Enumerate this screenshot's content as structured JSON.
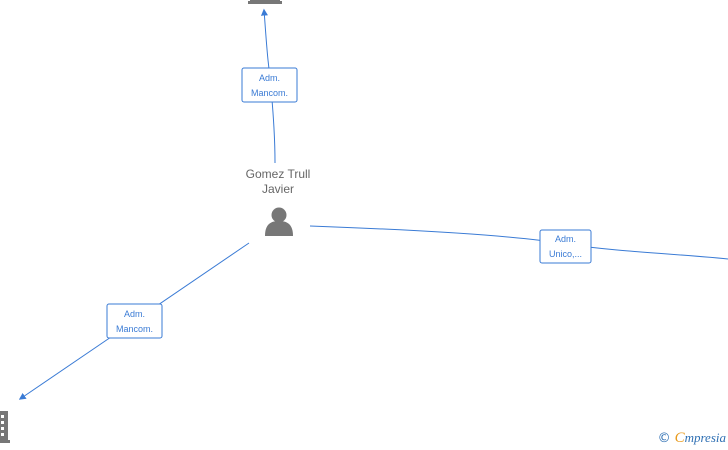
{
  "person": {
    "name_line1": "Gomez Trull",
    "name_line2": "Javier",
    "icon": "person-icon"
  },
  "edges": {
    "top": {
      "line1": "Adm.",
      "line2": "Mancom."
    },
    "left": {
      "line1": "Adm.",
      "line2": "Mancom."
    },
    "right": {
      "line1": "Adm.",
      "line2": "Unico,..."
    }
  },
  "companies": {
    "top_icon": "building-icon",
    "left_icon": "building-icon"
  },
  "watermark": {
    "copyright": "©",
    "brand_initial": "C",
    "brand_rest": "mpresia"
  },
  "colors": {
    "edge": "#3a7bd5",
    "node": "#777777",
    "brand_blue": "#2e6fb3",
    "brand_orange": "#e89a1c"
  }
}
